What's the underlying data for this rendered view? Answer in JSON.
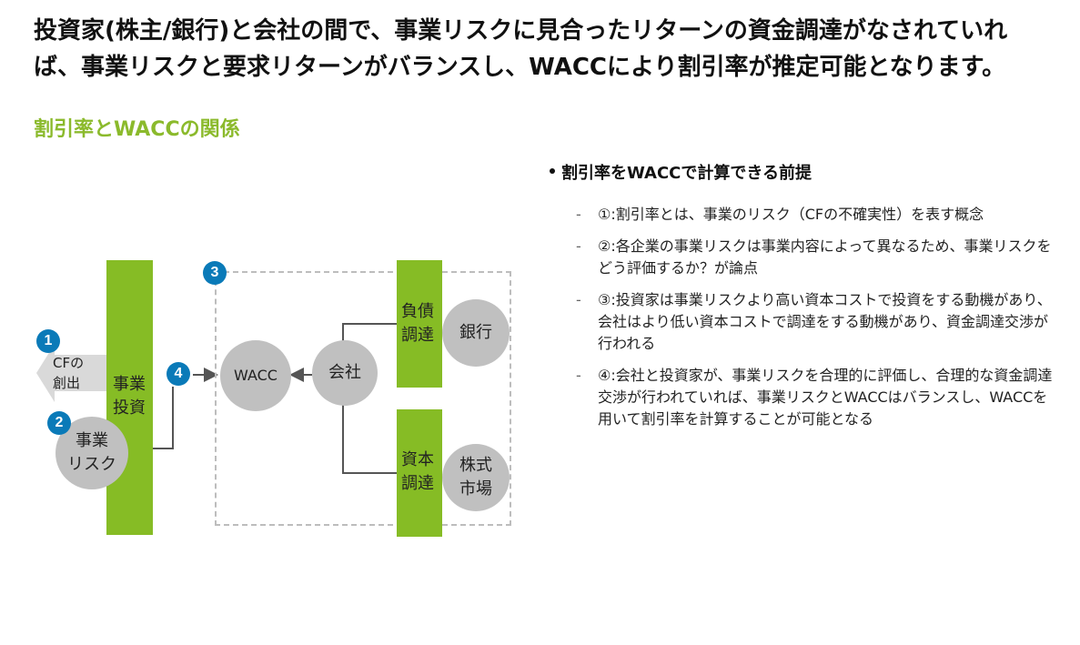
{
  "headline": "投資家(株主/銀行)と会社の間で、事業リスクに見合ったリターンの資金調達がなされていれば、事業リスクと要求リターンがバランスし、WACCにより割引率が推定可能となります。",
  "section_title": "割引率とWACCの関係",
  "diagram": {
    "cf_label": "CFの\n創出",
    "business_risk": "事業\nリスク",
    "business_investment": "事業\n投資",
    "wacc": "WACC",
    "company": "会社",
    "debt_financing": "負債\n調達",
    "equity_financing": "資本\n調達",
    "bank": "銀行",
    "stock_market": "株式\n市場",
    "badges": [
      "1",
      "2",
      "3",
      "4"
    ],
    "colors": {
      "green": "#86BC25",
      "gray": "#C0C0C0",
      "badge": "#0A7AB8",
      "title_green": "#8BBA2C"
    }
  },
  "bullets": {
    "title": "割引率をWACCで計算できる前提",
    "items": [
      "①:割引率とは、事業のリスク（CFの不確実性）を表す概念",
      "②:各企業の事業リスクは事業内容によって異なるため、事業リスクをどう評価するか？が論点",
      "③:投資家は事業リスクより高い資本コストで投資をする動機があり、会社はより低い資本コストで調達をする動機があり、資金調達交渉が行われる",
      "④:会社と投資家が、事業リスクを合理的に評価し、合理的な資金調達交渉が行われていれば、事業リスクとWACCはバランスし、WACCを用いて割引率を計算することが可能となる"
    ]
  }
}
